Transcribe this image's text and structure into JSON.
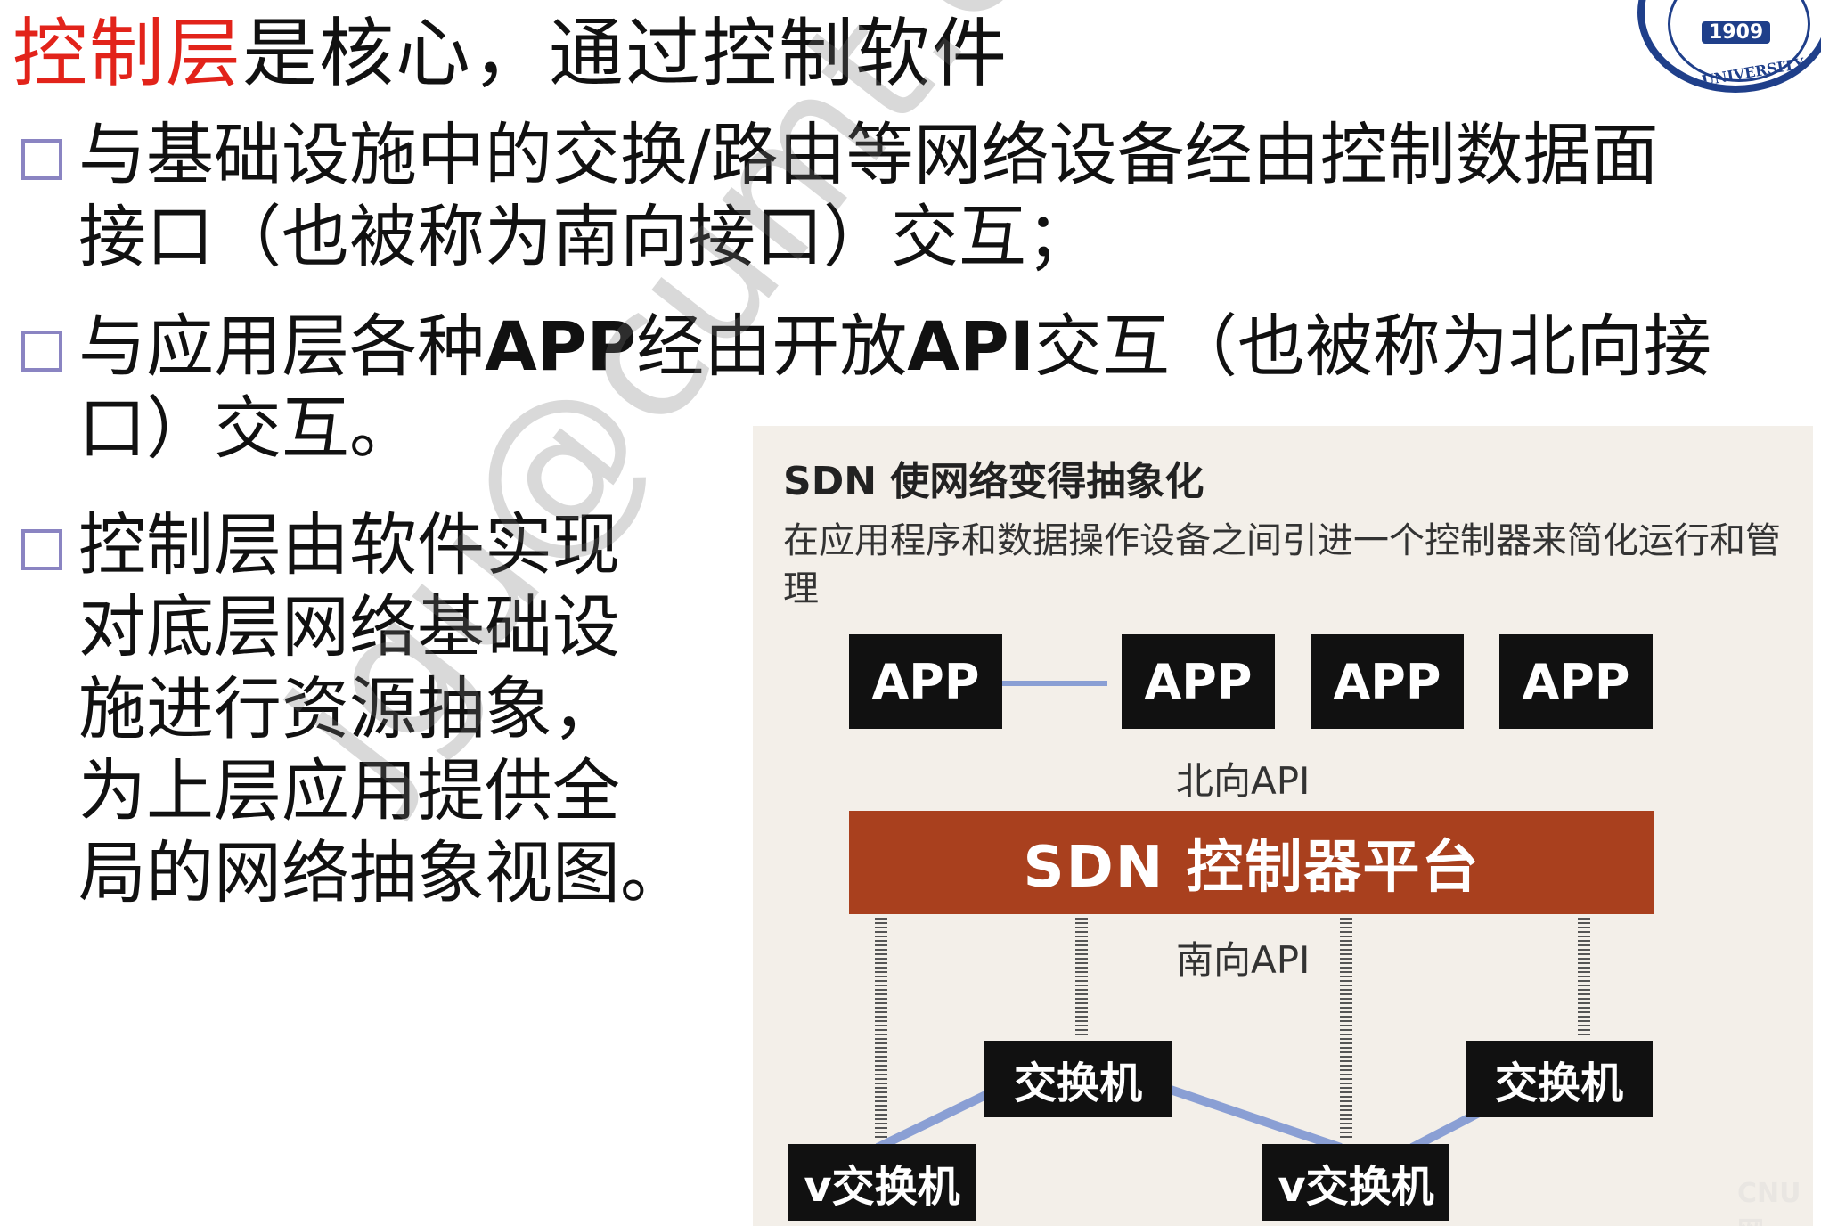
{
  "title": {
    "highlight": "控制层",
    "rest": "是核心，通过控制软件"
  },
  "bullets": [
    {
      "pre": "与基础设施中的交换/路由等网络设备经由控制数据面\n接口（也被称为南向接口）交互；"
    },
    {
      "pre": "与应用层各种",
      "bold1": "APP",
      "mid": "经由开放",
      "bold2": "API",
      "post": "交互（也被称为北向接\n口）交互。"
    },
    {
      "pre": "控制层由软件实现\n对底层网络基础设\n施进行资源抽象，\n为上层应用提供全\n局的网络抽象视图。"
    }
  ],
  "figure": {
    "title": "SDN 使网络变得抽象化",
    "subtitle": "在应用程序和数据操作设备之间引进一个控制器来简化运行和管理",
    "apps": [
      "APP",
      "APP",
      "APP",
      "APP"
    ],
    "north_api": "北向API",
    "controller": "SDN 控制器平台",
    "south_api": "南向API",
    "switches": [
      "交换机",
      "交换机"
    ],
    "vswitches": [
      "v交换机",
      "v交换机"
    ],
    "colors": {
      "controller": "#a9401e",
      "link": "#8a9fd4",
      "box": "#111111",
      "panel": "#f3efe9"
    }
  },
  "watermark": "jgu@cumt.edu.cn",
  "seal": {
    "year": "1909",
    "ring_text": "NA UNIVERSITY OF MINING & TE"
  },
  "corner_mark": "CNU网"
}
